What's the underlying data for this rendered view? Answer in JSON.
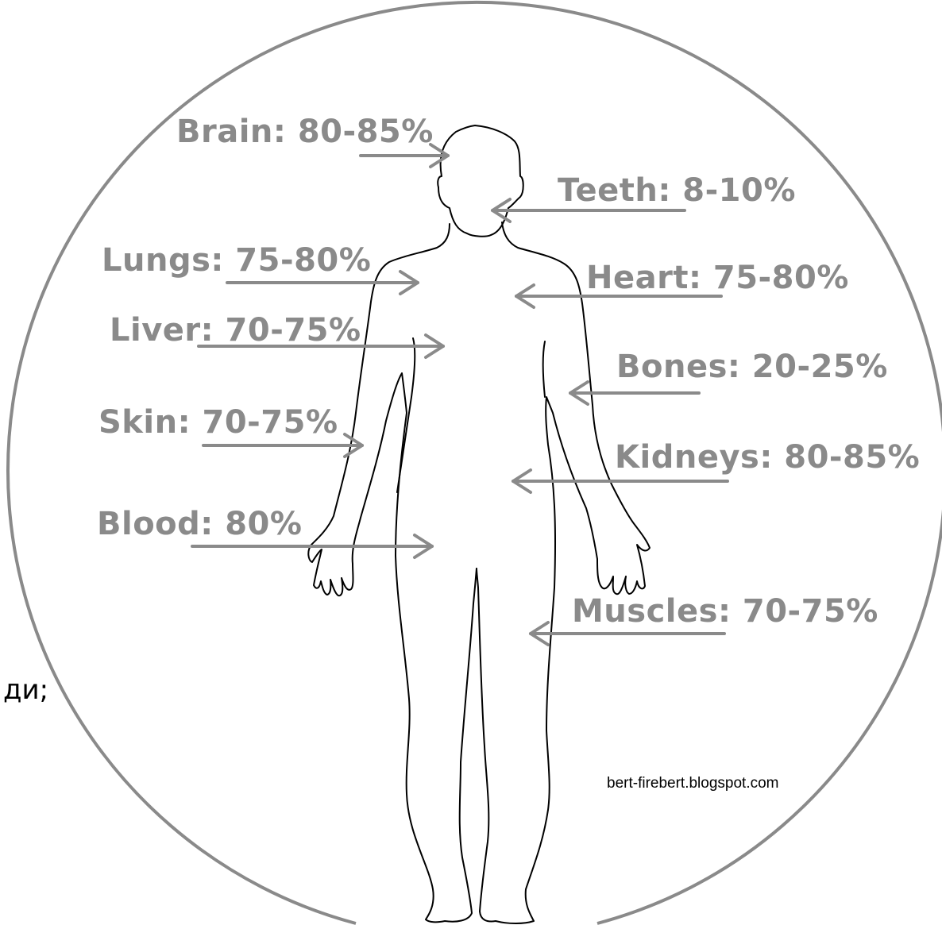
{
  "colors": {
    "annotation": "#8a8a8a",
    "outline": "#000000",
    "background": "#ffffff"
  },
  "labels": {
    "brain": "Brain: 80-85%",
    "teeth": "Teeth: 8-10%",
    "lungs": "Lungs: 75-80%",
    "heart": "Heart: 75-80%",
    "liver": "Liver: 70-75%",
    "bones": "Bones: 20-25%",
    "skin": "Skin: 70-75%",
    "kidneys": "Kidneys: 80-85%",
    "blood": "Blood: 80%",
    "muscles": "Muscles: 70-75%"
  },
  "credit": "bert-firebert.blogspot.com",
  "fragment_text": "ди;"
}
